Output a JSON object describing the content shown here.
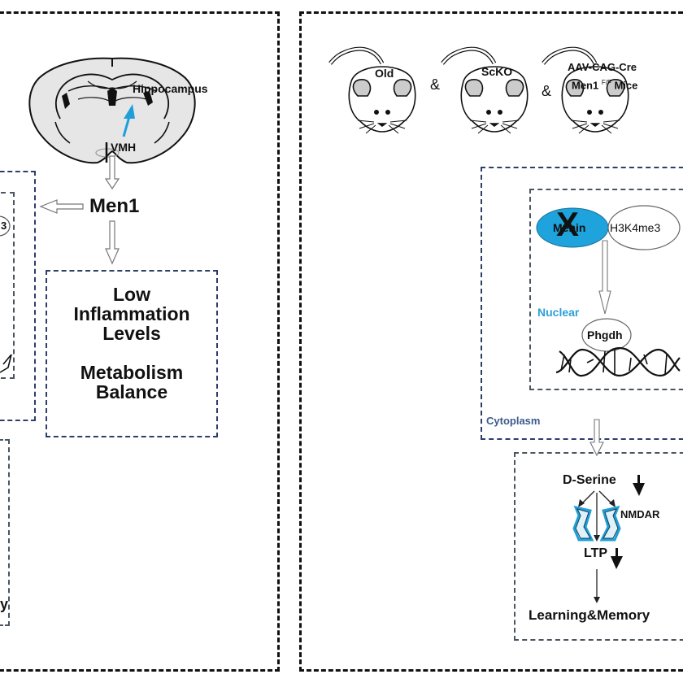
{
  "left_panel": {
    "brain": {
      "hippocampus_label": "Hippocampus",
      "vmh_label": "VMH"
    },
    "gene_label": "Men1",
    "outcome_box": {
      "line1": "Low",
      "line2": "Inflammation",
      "line3": "Levels",
      "line4": "Metabolism",
      "line5": "Balance"
    },
    "cropped_fragments": {
      "circle_text": "3",
      "bottom_text": "y"
    }
  },
  "right_panel": {
    "mice": [
      {
        "label": "Old"
      },
      {
        "label": "ScKO"
      },
      {
        "label_line1": "AAV-CAG-Cre",
        "label_line2_main": "Men1",
        "label_line2_sup": "F/F",
        "label_line2_tail": "Mice"
      }
    ],
    "ampersand": "&",
    "cell": {
      "cytoplasm_label": "Cytoplasm",
      "nucleus_label": "Nuclear",
      "menin_label": "Menin",
      "knockout_mark": "X",
      "h3k4me3_label": "H3K4me3",
      "phgdh_label": "Phgdh"
    },
    "pathway": {
      "dserine_label": "D-Serine",
      "nmdar_label": "NMDAR",
      "ltp_label": "LTP",
      "outcome_label": "Learning&Memory"
    }
  },
  "colors": {
    "menin_fill": "#1ea3dc",
    "accent_blue": "#1e9fd8",
    "nuclear_text": "#2aa0d6",
    "cytoplasm_text": "#3b5a8c",
    "box_blue": "#2c3e6a",
    "brain_fill": "#e6e6e6"
  }
}
